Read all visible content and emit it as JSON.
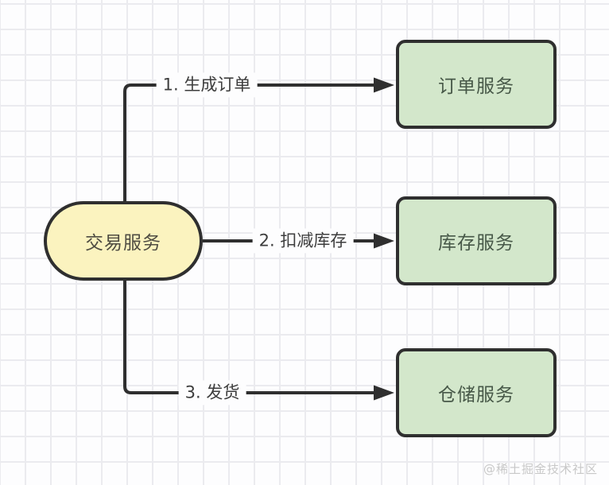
{
  "diagram": {
    "nodes": [
      {
        "id": "transaction",
        "label": "交易服务",
        "shape": "stadium",
        "fill": "#fbf3bf"
      },
      {
        "id": "order",
        "label": "订单服务",
        "shape": "rounded-rect",
        "fill": "#d3e7cb"
      },
      {
        "id": "inventory",
        "label": "库存服务",
        "shape": "rounded-rect",
        "fill": "#d3e7cb"
      },
      {
        "id": "warehouse",
        "label": "仓储服务",
        "shape": "rounded-rect",
        "fill": "#d3e7cb"
      }
    ],
    "edges": [
      {
        "from": "transaction",
        "to": "order",
        "label": "1. 生成订单"
      },
      {
        "from": "transaction",
        "to": "inventory",
        "label": "2. 扣减库存"
      },
      {
        "from": "transaction",
        "to": "warehouse",
        "label": "3. 发货"
      }
    ]
  },
  "watermark": "@稀土掘金技术社区",
  "colors": {
    "paper": "#fdfdfe",
    "grid_line": "#ebebef",
    "stroke": "#2f2f2f",
    "yellow_fill": "#fbf3bf",
    "green_fill": "#d3e7cb",
    "yellow_text": "#4f4c42",
    "green_text": "#475848",
    "label_text": "#3d3d3d",
    "watermark_color": "#c8c8c8"
  }
}
